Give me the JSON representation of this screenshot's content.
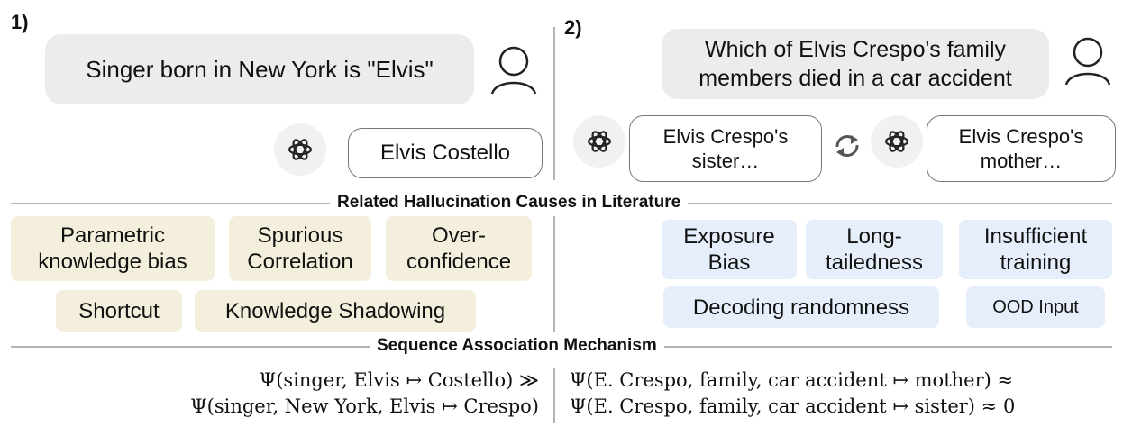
{
  "panel1": {
    "number": "1)",
    "user_message": "Singer born in New York is \"Elvis\"",
    "bot_answer": "Elvis Costello"
  },
  "panel2": {
    "number": "2)",
    "user_message": "Which of Elvis Crespo's family members died in a car accident",
    "bot_answer_a": "Elvis Crespo's sister…",
    "bot_answer_b": "Elvis Crespo's mother…"
  },
  "section1": {
    "title": "Related Hallucination Causes in Literature",
    "left_tags": [
      "Parametric knowledge bias",
      "Spurious Correlation",
      "Over-confidence",
      "Shortcut",
      "Knowledge Shadowing"
    ],
    "right_tags": [
      "Exposure Bias",
      "Long-tailedness",
      "Insufficient training",
      "Decoding randomness",
      "OOD Input"
    ]
  },
  "section2": {
    "title": "Sequence Association Mechanism",
    "left_formula": [
      "Ψ(singer, Elvis ↦ Costello) ≫",
      "Ψ(singer, New York, Elvis ↦ Crespo)"
    ],
    "right_formula": [
      "Ψ(E. Crespo, family, car accident ↦ mother) ≈",
      "Ψ(E. Crespo, family, car accident  ↦ sister) ≈ 0"
    ]
  },
  "colors": {
    "user_bubble": "#ececec",
    "cause_left": "#f3efdc",
    "cause_right": "#e6eefb",
    "divider": "#b5b5b5"
  },
  "icons": [
    "user-icon",
    "chatgpt-logo-icon",
    "refresh-icon"
  ]
}
